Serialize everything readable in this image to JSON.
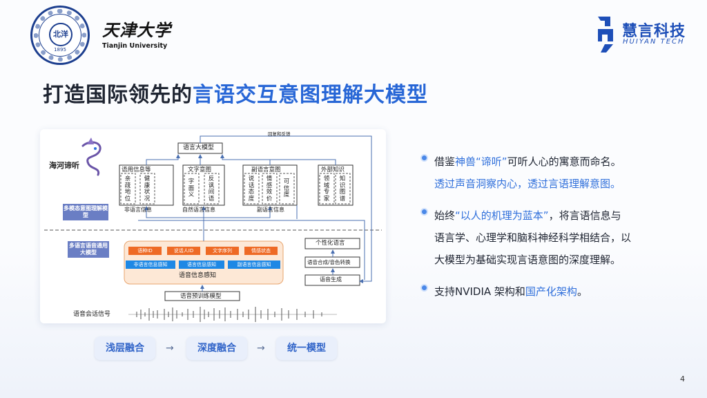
{
  "header": {
    "seal": {
      "text": "北洋",
      "year": "1895"
    },
    "university_cn": "天津大学",
    "university_en": "Tianjin University",
    "company_cn": "慧言科技",
    "company_en": "HUIYAN TECH"
  },
  "title": {
    "dark": "打造国际领先的",
    "accent": "言语交互意图理解大模型"
  },
  "diagram": {
    "brand": "海河谛听",
    "feedback": "回复和反馈",
    "llm": "语言大模型",
    "groups": [
      {
        "title": "语用信息等",
        "cols": [
          "亲疏地位",
          "健康状况"
        ],
        "caption": "非语言信息"
      },
      {
        "title": "文字意图",
        "cols": [
          "字面义",
          "反讽间语"
        ],
        "caption": "自然语言信息"
      },
      {
        "title": "副语言意图",
        "cols": [
          "说话态度",
          "情感效价",
          "可信度"
        ],
        "caption": "副语言信息"
      },
      {
        "title": "外部知识",
        "cols": [
          "领域专家",
          "知识图谱"
        ],
        "caption": ""
      }
    ],
    "multimodal_tag": "多模态意图理解模型",
    "multilingual_tag": "多语言语音通用大模型",
    "perception": {
      "features": [
        "语种ID",
        "说话人ID",
        "文字序列",
        "情感状态"
      ],
      "sensing": [
        "非语言信息感知",
        "语言信息感知",
        "副语言信息感知"
      ],
      "caption": "语音信息感知"
    },
    "pretrain": "语音预训练模型",
    "right_stack": [
      "个性化语言",
      "语音合成/音色转换",
      "语音生成"
    ],
    "signal": "语音会话信号"
  },
  "bullets": [
    {
      "lines": [
        [
          {
            "t": "借鉴"
          },
          {
            "t": "神兽“谛听”",
            "hl": true
          },
          {
            "t": "可听人心的寓意而命名。"
          }
        ],
        [
          {
            "t": "透过声音洞察内心，透过言语理解意图。",
            "hl": true
          }
        ]
      ]
    },
    {
      "lines": [
        [
          {
            "t": "始终"
          },
          {
            "t": "“以人的机理为蓝本”",
            "hl": true
          },
          {
            "t": "，将言语信息与"
          }
        ],
        [
          {
            "t": "语言学、心理学和脑科神经科学相结合，以"
          }
        ],
        [
          {
            "t": "大模型为基础实现言语意图的深度理解。"
          }
        ]
      ]
    },
    {
      "lines": [
        [
          {
            "t": "支持NVIDIA 架构和"
          },
          {
            "t": "国产化架构",
            "hl": true
          },
          {
            "t": "。"
          }
        ]
      ]
    }
  ],
  "flow": {
    "steps": [
      "浅层融合",
      "深度融合",
      "统一模型"
    ],
    "arrow": "→"
  },
  "page_number": "4",
  "colors": {
    "accent": "#2766d6",
    "orange": "#ee6a25",
    "pill_blue": "#1e88e5",
    "tag": "#6a7ec4"
  }
}
